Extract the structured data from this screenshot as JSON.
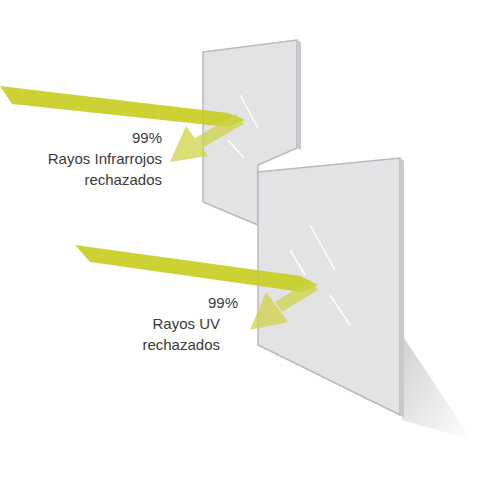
{
  "diagram": {
    "labels": [
      "99%",
      "Rayos Infrarrojos rechazados",
      "99%",
      "Rayos UV rechazados"
    ]
  }
}
